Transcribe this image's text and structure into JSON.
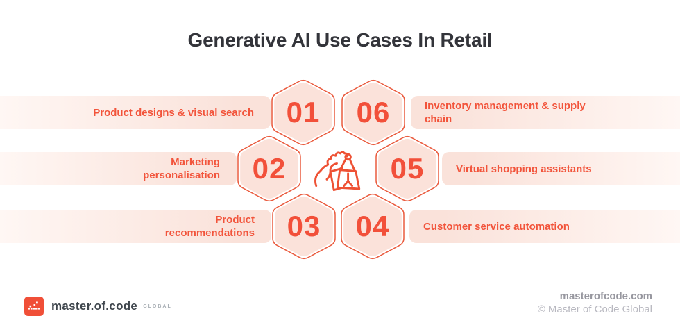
{
  "title": "Generative AI Use Cases In Retail",
  "items": [
    {
      "num": "01",
      "label": "Product designs & visual search",
      "side": "left"
    },
    {
      "num": "02",
      "label": "Marketing personalisation",
      "side": "left"
    },
    {
      "num": "03",
      "label": "Product recommendations",
      "side": "left"
    },
    {
      "num": "04",
      "label": "Customer service automation",
      "side": "right"
    },
    {
      "num": "05",
      "label": "Virtual shopping assistants",
      "side": "right"
    },
    {
      "num": "06",
      "label": "Inventory management & supply chain",
      "side": "right"
    }
  ],
  "icons": {
    "center": "hand-holding-shopping-bags-icon",
    "logo": "pixel-crown-logo-icon"
  },
  "colors": {
    "accent": "#f2543b",
    "hex_fill": "#fbe2da",
    "hex_stroke": "#ea5b3e",
    "band_light": "#fff7f4",
    "band_dark": "#fae2da",
    "title": "#33343a",
    "logo_square": "#f04f38"
  },
  "footer": {
    "logo_text": "master.of.code",
    "logo_suffix": "GLOBAL",
    "website": "masterofcode.com",
    "copyright": "© Master of Code Global"
  }
}
